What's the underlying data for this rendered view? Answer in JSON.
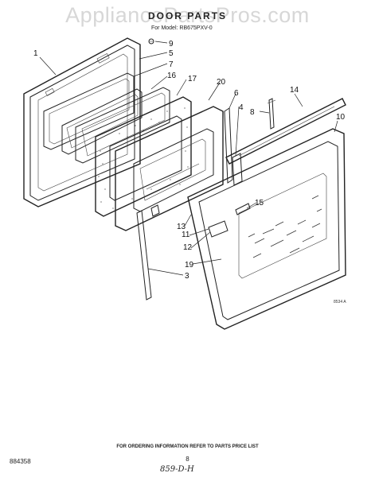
{
  "watermark": "AppliancePartsPros.com",
  "header": {
    "title": "DOOR PARTS",
    "model_line": "For Model: RB675PXV-0"
  },
  "callouts": [
    "1",
    "9",
    "5",
    "7",
    "16",
    "17",
    "20",
    "6",
    "4",
    "14",
    "8",
    "10",
    "15",
    "13",
    "11",
    "12",
    "19",
    "3"
  ],
  "drawing_code": "8534 A",
  "footer": {
    "note": "FOR ORDERING INFORMATION REFER TO PARTS PRICE LIST",
    "doc_code": "884358",
    "page": "8",
    "handwritten": "859-D-H"
  }
}
